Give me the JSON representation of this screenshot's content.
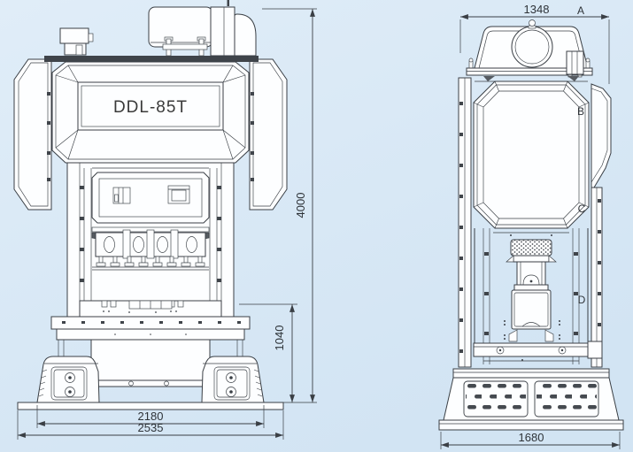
{
  "drawing": {
    "model_label": "DDL-85T",
    "front_view": {
      "dim_overall_height": "4000",
      "dim_bolster_height": "1040",
      "dim_feet_width": "2180",
      "dim_base_width": "2535"
    },
    "side_view": {
      "dim_top_width": "1348",
      "dim_base_width": "1680",
      "datum_labels": {
        "a": "A",
        "b": "B",
        "c": "C",
        "d": "D"
      }
    },
    "colors": {
      "background": "#d9e9f6",
      "line": "#3a3f45",
      "machine_fill": "#fdfeff",
      "text": "#2e3338"
    }
  }
}
